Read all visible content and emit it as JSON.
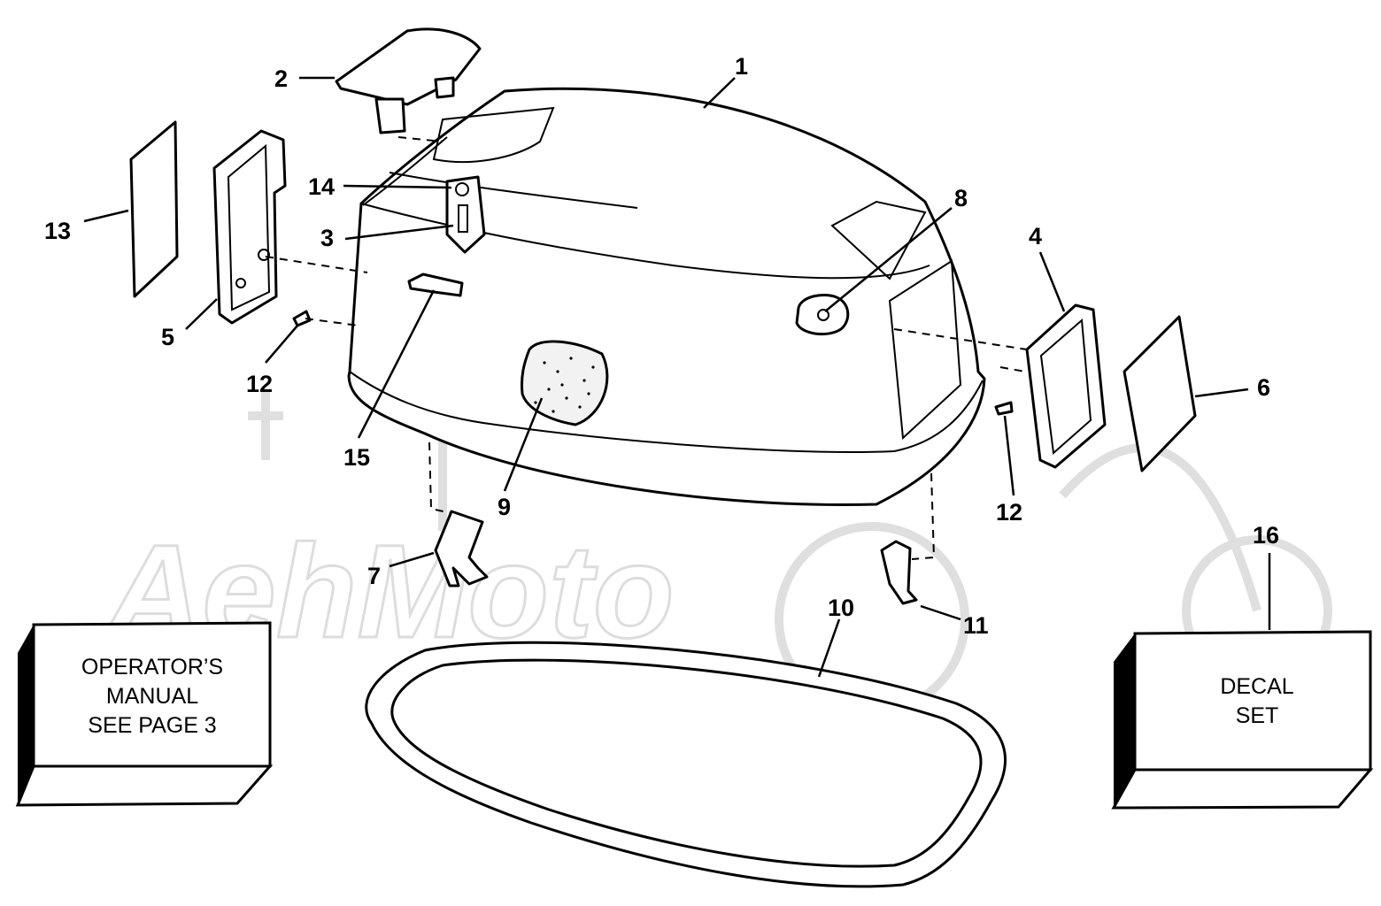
{
  "diagram": {
    "callouts": [
      "1",
      "2",
      "3",
      "4",
      "5",
      "6",
      "7",
      "8",
      "9",
      "10",
      "11",
      "12",
      "12",
      "13",
      "14",
      "15",
      "16"
    ],
    "boxes": {
      "manual": [
        "OPERATOR’S",
        "MANUAL",
        "SEE PAGE 3"
      ],
      "decal": [
        "DECAL",
        "SET"
      ]
    },
    "watermark": "AehMoto"
  }
}
